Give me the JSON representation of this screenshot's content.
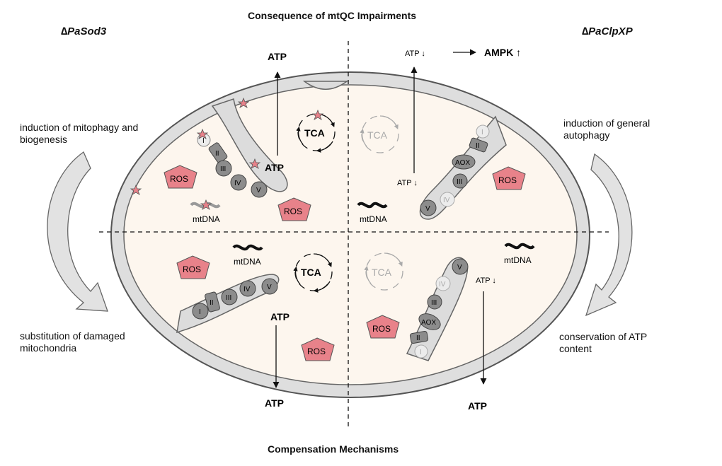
{
  "titles": {
    "top": "Consequence of mtQC Impairments",
    "bottom": "Compensation Mechanisms"
  },
  "strains": {
    "left": "∆PaSod3",
    "right": "∆PaClpXP"
  },
  "side_labels": {
    "left_top": "induction of mitophagy and biogenesis",
    "left_bottom": "substitution of damaged mitochondria",
    "right_top": "induction of general autophagy",
    "right_bottom": "conservation of ATP content"
  },
  "labels": {
    "atp": "ATP",
    "atp_down": "ATP ↓",
    "ampk": "AMPK ↑",
    "ros": "ROS",
    "mtdna": "mtDNA",
    "tca": "TCA",
    "aox": "AOX",
    "complex_1": "I",
    "complex_2": "II",
    "complex_3": "III",
    "complex_4": "IV",
    "complex_5": "V"
  },
  "colors": {
    "outer_membrane": "#dedede",
    "matrix": "#fdf6ee",
    "ros": "#e8828a",
    "complex": "#8c8c8c",
    "complex_faded": "#ececec",
    "arrow_fill": "#e2e2e2"
  }
}
